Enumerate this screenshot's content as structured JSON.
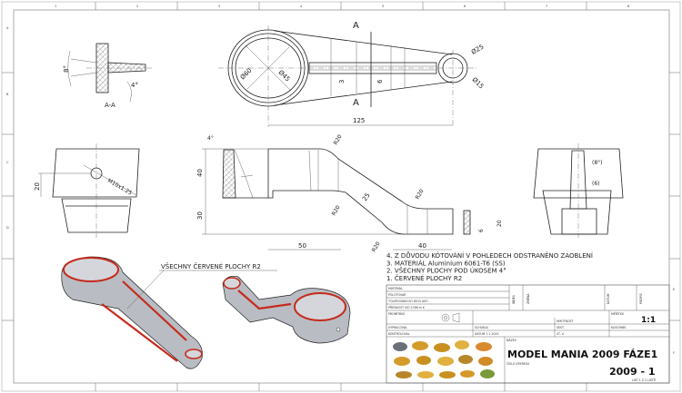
{
  "ruler": {
    "columns": [
      "1",
      "2",
      "3",
      "4",
      "5",
      "6",
      "7",
      "8"
    ],
    "rows": [
      "A",
      "B",
      "C",
      "D",
      "E",
      "F"
    ]
  },
  "section_view": {
    "label": "A-A",
    "angle_dim": "8°",
    "draft_dim": "4°"
  },
  "top_view": {
    "section_marker": "A",
    "dims": {
      "d60": "Ø60",
      "d45": "Ø45",
      "d25": "Ø25",
      "d15": "Ø15",
      "rib3": "3",
      "rib6": "6",
      "length": "125"
    }
  },
  "left_view": {
    "height_dim": "20",
    "thread": "M10x1.25"
  },
  "front_view": {
    "dims": {
      "draft": "4°",
      "h40": "40",
      "h30": "30",
      "w50": "50",
      "w40": "40",
      "t25": "25",
      "r1": "R20",
      "r2": "R20",
      "r3": "R20",
      "r4": "R20",
      "h6": "6",
      "h20": "20"
    }
  },
  "right_view": {
    "angle_dim": "(8°)",
    "width_dim": "(6)"
  },
  "callout": "VŠECHNY ČERVENÉ PLOCHY R2",
  "notes": [
    "4. Z DŮVODU KÓTOVÁNÍ V POHLEDECH ODSTRANĚNO ZAOBLENÍ",
    "3. MATERIÁL Aluminium 6061-T6 (SS)",
    "2. VŠECHNY PLOCHY POD ÚKOSEM 4°",
    "1. ČERVENÉ PLOCHY R2"
  ],
  "title_block": {
    "material": "MATERIÁL",
    "polotovar": "POLOTOVAR",
    "tolerance": "TOLEROVÁNÍ   ISO 8015   AVO",
    "precision": "PŘESNOST   ISO 2768   m   K",
    "projection": "PROMÍTÁNÍ",
    "index": "INDEX",
    "change": "ZMĚNA",
    "date_col": "DATUM",
    "signature": "PODPIS",
    "scale_label": "MĚŘÍTKO",
    "scale": "1:1",
    "mass": "HMOTNOST",
    "drawn_by": "VYPRACOVAL",
    "approved": "SCHVÁLIL",
    "checked": "KONTROLOVAL",
    "date": "DATUM   7.1.2015",
    "sest": "SEST.",
    "pieces": "KUSOVNÍK",
    "st_v": "ST. V.",
    "name_label": "NÁZEV",
    "title": "MODEL MANIA 2009 FÁZE1",
    "number_label": "ČÍSLO VÝKRESU",
    "drawing_number": "2009 - 1",
    "sheet": "LIST 1 Z 2 LISTŮ"
  },
  "colors": {
    "fillet": "#c62a1c",
    "part": "#b9bcc3",
    "line": "#222222"
  }
}
